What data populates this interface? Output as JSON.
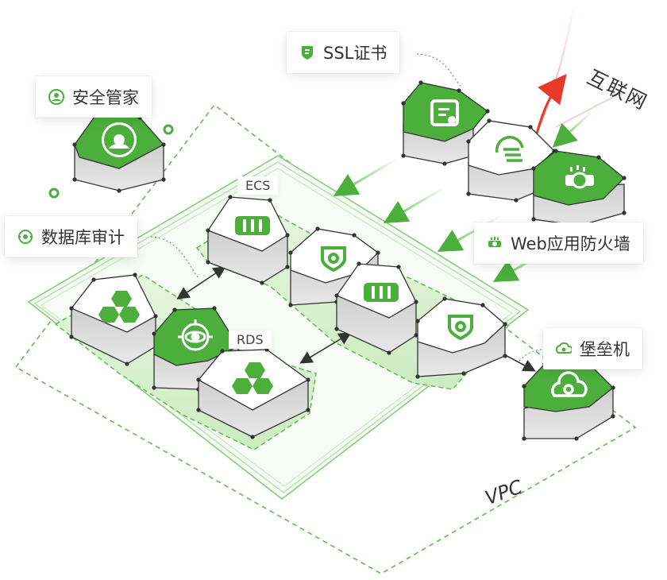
{
  "labels": {
    "ssl": "SSL证书",
    "security": "安全管家",
    "db_audit": "数据库审计",
    "waf": "Web应用防火墙",
    "bastion": "堡垒机",
    "ecs": "ECS",
    "rds": "RDS",
    "vpc": "VPC",
    "internet": "互联网"
  },
  "colors": {
    "green": "#4caf3c",
    "green_dark": "#3b9a2e",
    "dash_green": "#59c04a",
    "red_arrow": "#e8392b",
    "text": "#333333"
  },
  "icons": {
    "ssl": "certificate-icon",
    "security": "shield-person-icon",
    "db_audit": "audit-target-icon",
    "waf": "firewall-icon",
    "bastion": "cloud-gear-icon"
  }
}
